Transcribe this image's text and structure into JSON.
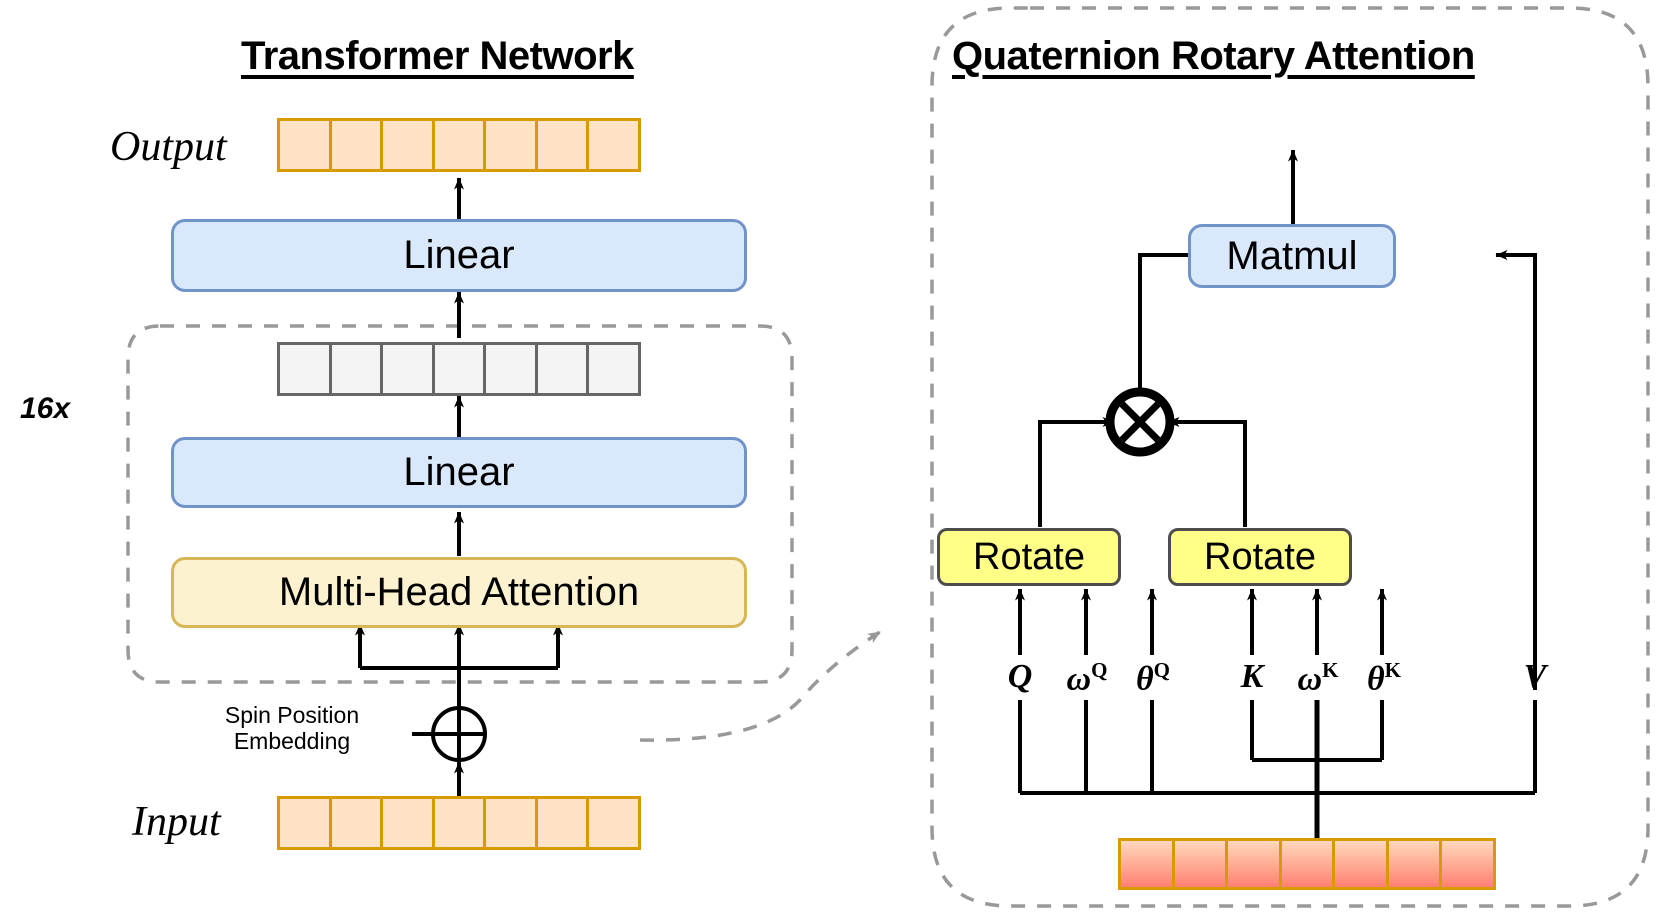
{
  "figure": {
    "left_panel": {
      "title": "Transformer Network",
      "output_label": "Output",
      "input_label": "Input",
      "repeat_label": "16x",
      "linear_top_label": "Linear",
      "linear_inner_label": "Linear",
      "attention_label": "Multi-Head Attention",
      "spin_caption_line1": "Spin Position",
      "spin_caption_line2": "Embedding",
      "add_icon": "circle-plus-icon",
      "output_strip_cells": 7,
      "hidden_strip_cells": 7,
      "input_strip_cells": 7
    },
    "right_panel": {
      "title": "Quaternion Rotary Attention",
      "matmul_label": "Matmul",
      "rotate_q_label": "Rotate",
      "rotate_k_label": "Rotate",
      "multiply_icon": "circle-times-icon",
      "embedding_strip_cells": 7,
      "inputs": [
        {
          "key": "q",
          "base": "Q",
          "sup": "",
          "greek": false
        },
        {
          "key": "omega_q",
          "base": "ω",
          "sup": "Q",
          "greek": true
        },
        {
          "key": "theta_q",
          "base": "θ",
          "sup": "Q",
          "greek": true
        },
        {
          "key": "k",
          "base": "K",
          "sup": "",
          "greek": false
        },
        {
          "key": "omega_k",
          "base": "ω",
          "sup": "K",
          "greek": true
        },
        {
          "key": "theta_k",
          "base": "θ",
          "sup": "K",
          "greek": true
        },
        {
          "key": "v",
          "base": "V",
          "sup": "",
          "greek": false
        }
      ]
    },
    "colors": {
      "strip_orange_fill": "#ffe3c6",
      "strip_orange_border": "#d79b00",
      "strip_gray_fill": "#f4f4f4",
      "strip_gray_border": "#666666",
      "node_blue_fill": "#dae8fc",
      "node_blue_border": "#7094c9",
      "node_yellow_soft_fill": "#fdf2cf",
      "node_yellow_soft_border": "#d6b656",
      "node_yellow_bright_fill": "#ffff88",
      "node_yellow_bright_border": "#4d4d4d",
      "gradient_top": "#ffd9bd",
      "gradient_bottom": "#ff7f72",
      "dashed_group": "#999999",
      "connector": "#000000"
    }
  }
}
